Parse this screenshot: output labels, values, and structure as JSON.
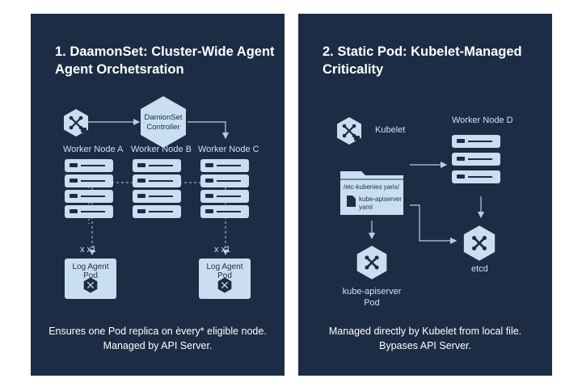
{
  "left_panel": {
    "title_line1": "1. DaamonSet: Cluster-Wide Agent",
    "title_line2": "Agent Orchetsration",
    "controller_label_line1": "DamionSet",
    "controller_label_line2": "Controller",
    "nodes": [
      "Worker Node A",
      "Worker Node B",
      "Worker Node C"
    ],
    "replica_left": "x x1",
    "replica_right": "x x1",
    "agent_left": "Log Agent Pod",
    "agent_right": "Log Agent Pod",
    "caption_line1": "Ensures one Pod replica on èvery* eligible node.",
    "caption_line2": "Managed by API Server."
  },
  "right_panel": {
    "title_line1": "2. Static Pod: Kubelet-Managed",
    "title_line2": "Criticality",
    "kubelet_label": "Kubelet",
    "node_label": "Worker Node D",
    "folder_path": "/etc-kubenies yaris/",
    "file_line1": "kube-apiserver",
    "file_line2": "yaml",
    "apiserver_line1": "kube-apiserver",
    "apiserver_line2": "Pod",
    "etcd_label": "etcd",
    "caption_line1": "Managed directly by Kubelet from local file.",
    "caption_line2": "Bypases API Server."
  },
  "icons": [
    "kubernetes-hex-icon",
    "document-icon",
    "folder-icon",
    "server-rack-icon",
    "arrow-icon"
  ],
  "colors": {
    "panel": "#1c2c45",
    "accent": "#c9def0",
    "text": "#ffffff",
    "line": "#b7cde0"
  }
}
